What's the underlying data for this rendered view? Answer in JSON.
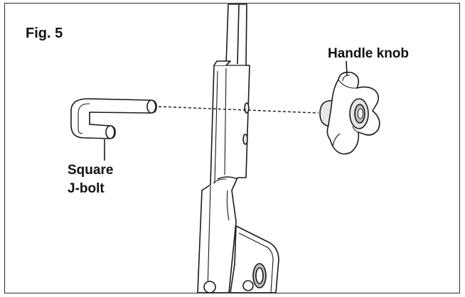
{
  "figure": {
    "number_label": "Fig. 5",
    "parts": {
      "handle_knob": "Handle knob",
      "square_j_bolt_line1": "Square",
      "square_j_bolt_line2": "J-bolt"
    },
    "colors": {
      "line": "#1a1a1a",
      "fill": "#ffffff",
      "shade": "#e6e6e6",
      "dark_shade": "#bdbdbd"
    }
  }
}
